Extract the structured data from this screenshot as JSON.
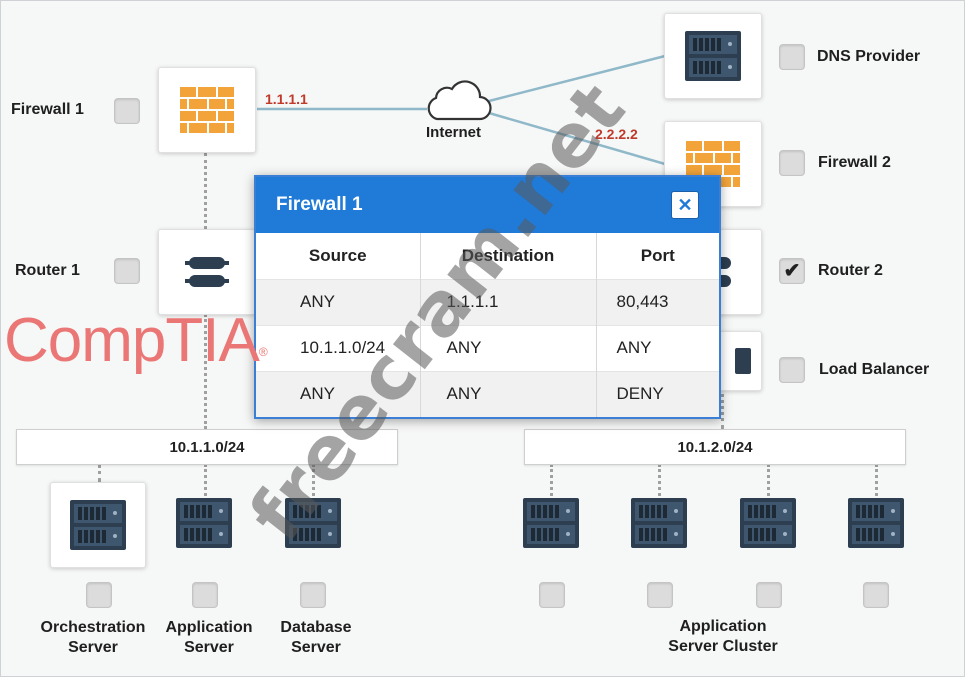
{
  "nodes": {
    "firewall1": {
      "label": "Firewall 1",
      "ip": "1.1.1.1",
      "checked": false
    },
    "internet": {
      "label": "Internet"
    },
    "dns": {
      "label": "DNS Provider",
      "checked": false
    },
    "firewall2": {
      "label": "Firewall 2",
      "ip": "2.2.2.2",
      "checked": false
    },
    "router1": {
      "label": "Router 1",
      "checked": false
    },
    "router2": {
      "label": "Router 2",
      "checked": true
    },
    "load_balancer": {
      "label": "Load Balancer",
      "checked": false
    }
  },
  "subnets": {
    "left": "10.1.1.0/24",
    "right": "10.1.2.0/24"
  },
  "servers": {
    "orchestration": {
      "line1": "Orchestration",
      "line2": "Server"
    },
    "application": {
      "line1": "Application",
      "line2": "Server"
    },
    "database": {
      "line1": "Database",
      "line2": "Server"
    },
    "cluster": {
      "line1": "Application",
      "line2": "Server Cluster"
    }
  },
  "modal": {
    "title": "Firewall 1",
    "close_glyph": "✕",
    "headers": [
      "Source",
      "Destination",
      "Port"
    ],
    "rows": [
      [
        "ANY",
        "1.1.1.1",
        "80,443"
      ],
      [
        "10.1.1.0/24",
        "ANY",
        "ANY"
      ],
      [
        "ANY",
        "ANY",
        "DENY"
      ]
    ]
  },
  "overlay": {
    "brand": "CompTIA",
    "brand_mark": "®",
    "watermark": "freecram.net"
  },
  "icons": {
    "checkmark": "✔"
  },
  "colors": {
    "modal_header": "#1f7ad8",
    "ip_label": "#c0392b",
    "firewall": "#f2a43a",
    "brand": "#ea7775"
  }
}
